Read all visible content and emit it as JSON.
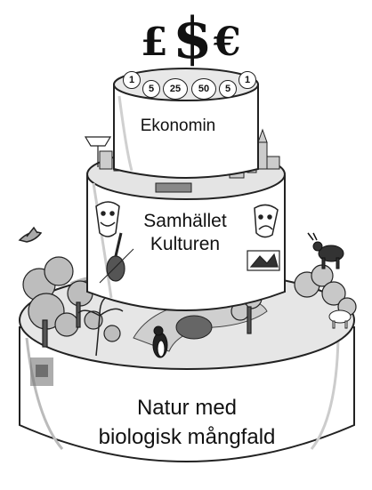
{
  "currency": {
    "pound": "£",
    "dollar": "$",
    "euro": "€"
  },
  "coins": [
    "1",
    "5",
    "25",
    "50",
    "5",
    "1"
  ],
  "tiers": {
    "economy": "Ekonomin",
    "society_line1": "Samhället",
    "society_line2": "Kulturen",
    "nature_line1": "Natur med",
    "nature_line2": "biologisk mångfald"
  }
}
